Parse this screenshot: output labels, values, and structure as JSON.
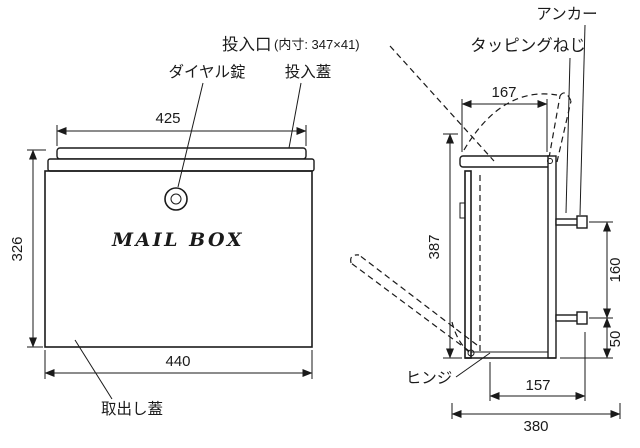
{
  "diagram": {
    "title": "mailbox-dimension-drawing",
    "labels": {
      "anchor": "アンカー",
      "tapping_screw": "タッピングねじ",
      "slot": "投入口",
      "slot_inner_dim": "(内寸: 347×41)",
      "dial_lock": "ダイヤル錠",
      "insert_lid": "投入蓋",
      "takeout_lid": "取出し蓋",
      "hinge": "ヒンジ",
      "brand": "MAIL BOX"
    },
    "dimensions": {
      "front_lid_width": "425",
      "front_height": "326",
      "front_width": "440",
      "side_lid_depth": "167",
      "side_height": "387",
      "anchor_spacing": "160",
      "anchor_to_bottom": "50",
      "body_depth": "157",
      "total_depth": "380"
    },
    "colors": {
      "line": "#1a1a1a",
      "background": "#ffffff"
    }
  }
}
